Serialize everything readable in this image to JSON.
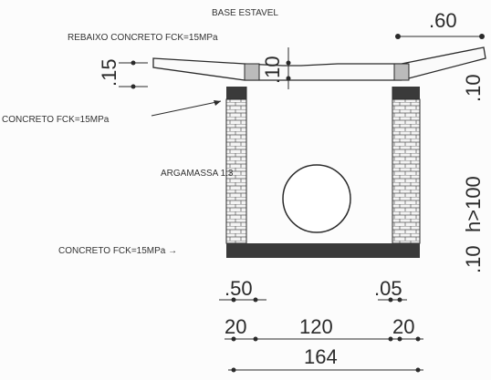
{
  "labels": {
    "base_estavel": "BASE ESTAVEL",
    "rebaixo": "REBAIXO CONCRETO FCK=15MPa",
    "concreto_side": "CONCRETO FCK=15MPa",
    "argamassa": "ARGAMASSA 1:3",
    "concreto_bottom": "CONCRETO FCK=15MPa →"
  },
  "dimensions": {
    "top_width": ".60",
    "left_slab": ".15",
    "center_slab": ".10",
    "right_top": ".10",
    "right_height": "h>100",
    "right_bottom": ".10",
    "wall_left": ".50",
    "wall_right": ".05",
    "left_20": "20",
    "inner_120": "120",
    "right_20": "20",
    "total_164": "164"
  },
  "colors": {
    "line": "#2a2a2a",
    "concrete": "#3a3a3a",
    "brick_fill": "#f4f4f4"
  }
}
